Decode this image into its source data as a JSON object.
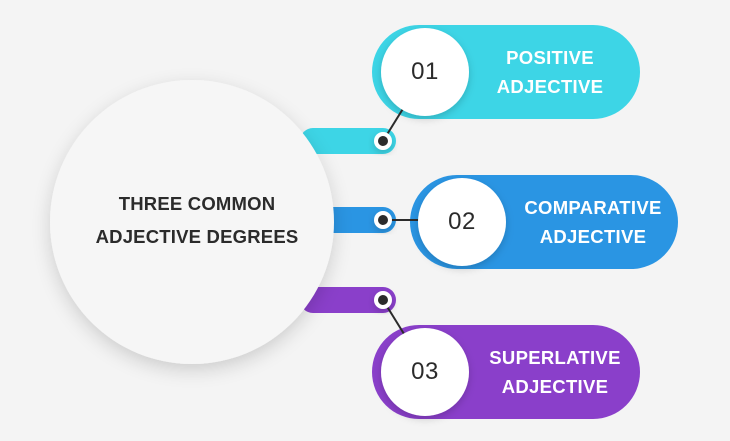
{
  "center": {
    "line1": "THREE COMMON",
    "line2": "ADJECTIVE DEGREES"
  },
  "items": [
    {
      "number": "01",
      "line1": "POSITIVE",
      "line2": "ADJECTIVE",
      "color": "#3dd5e6"
    },
    {
      "number": "02",
      "line1": "COMPARATIVE",
      "line2": "ADJECTIVE",
      "color": "#2a95e3"
    },
    {
      "number": "03",
      "line1": "SUPERLATIVE",
      "line2": "ADJECTIVE",
      "color": "#8a3fca"
    }
  ],
  "colors": {
    "background": "#f4f4f4",
    "center_circle": "#f6f6f6",
    "dot": "#2b2b2b",
    "text_dark": "#2b2b2b",
    "text_light": "#ffffff"
  }
}
